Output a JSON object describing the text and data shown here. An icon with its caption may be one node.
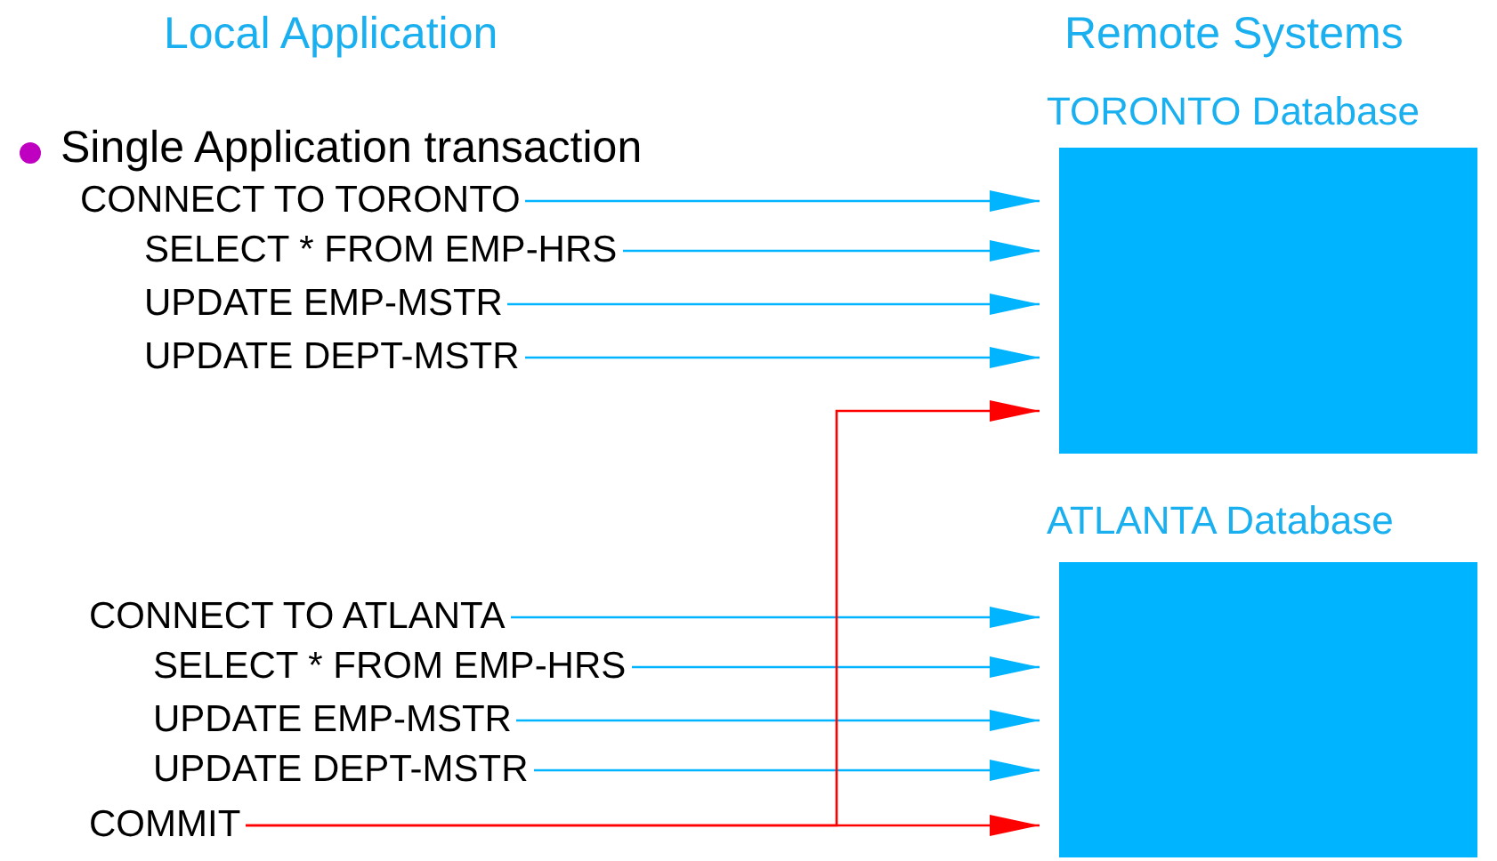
{
  "diagram": {
    "nodes": [
      {
        "text": [
          "CONNECT TO TORONTO"
        ]
      },
      {
        "text": [
          "SELECT * FROM EMP-HRS"
        ]
      },
      {
        "text": [
          "UPDATE EMP-MSTR"
        ]
      },
      {
        "text": [
          "UPDATE DEPT-MSTR"
        ]
      },
      {
        "text": [
          "TORONTO Database"
        ]
      },
      {
        "text": [
          "ATLANTA Database"
        ]
      },
      {
        "text": [
          "CONNECT TO ATLANTA"
        ]
      },
      {
        "text": [
          "SELECT * FROM EMP-HRS"
        ]
      },
      {
        "text": [
          "UPDATE EMP-MSTR"
        ]
      },
      {
        "text": [
          "UPDATE DEPT-MSTR"
        ]
      },
      {
        "text": [
          "COMMIT"
        ]
      }
    ],
    "edges": [
      {
        "from": 0,
        "to": 4,
        "arrow": "to"
      },
      {
        "from": 1,
        "to": 4,
        "arrow": "to"
      },
      {
        "from": 2,
        "to": 4,
        "arrow": "to"
      },
      {
        "from": 3,
        "to": 4,
        "arrow": "to"
      },
      {
        "from": 6,
        "to": 5,
        "arrow": "to"
      },
      {
        "from": 7,
        "to": 5,
        "arrow": "to"
      },
      {
        "from": 8,
        "to": 5,
        "arrow": "to"
      },
      {
        "from": 9,
        "to": 5,
        "arrow": "to"
      },
      {
        "from": 10,
        "to": 4,
        "arrow": "to",
        "color": "#ff0000"
      },
      {
        "from": 10,
        "to": 5,
        "arrow": "to",
        "color": "#ff0000"
      }
    ],
    "labels": [
      "Local Application",
      "Remote Systems",
      "Single Application transaction"
    ]
  }
}
